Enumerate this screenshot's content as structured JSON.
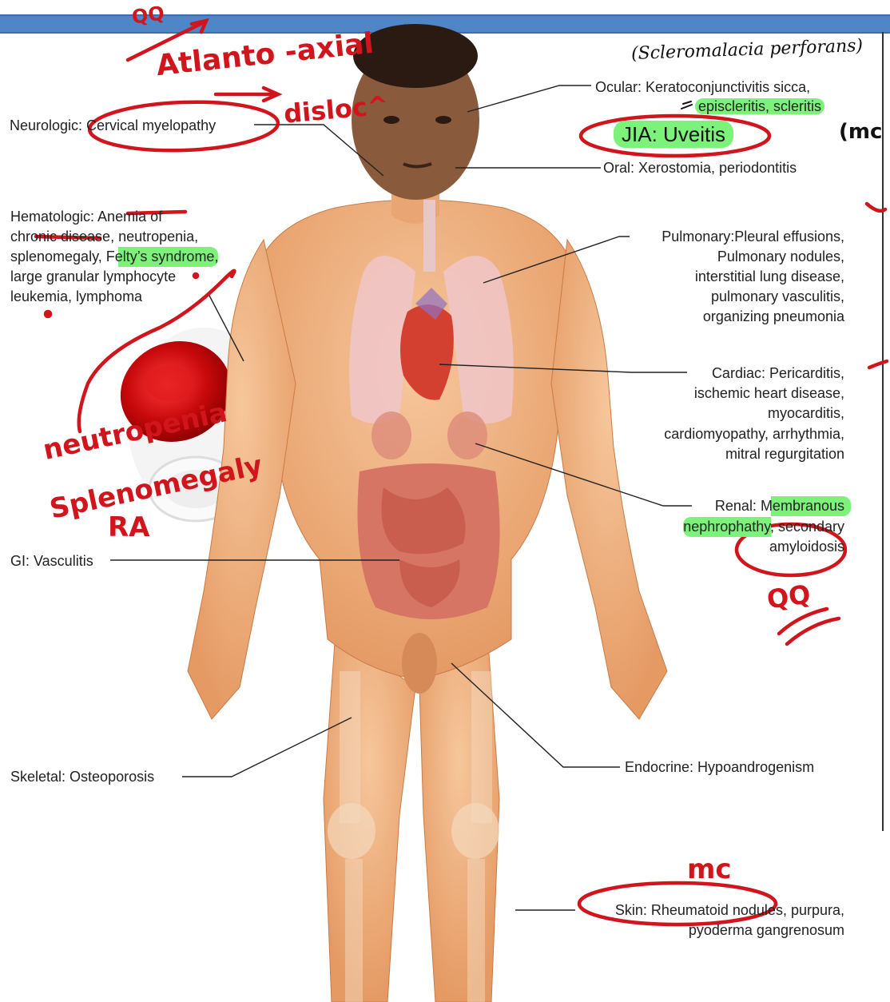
{
  "labels": {
    "neurologic": "Neurologic: Cervical myelopathy",
    "ocular_1": "Ocular: Keratoconjunctivitis sicca,",
    "ocular_2": "episcleritis, scleritis",
    "jia": "JIA: Uveitis",
    "oral": "Oral: Xerostomia, periodontitis",
    "hematologic": [
      "Hematologic: Anemia of",
      "chronic disease, neutropenia,",
      "splenomegaly, Felty’s syndrome,",
      "large granular lymphocyte",
      "leukemia, lymphoma"
    ],
    "pulmonary": [
      "Pulmonary:Pleural effusions,",
      "Pulmonary nodules,",
      "interstitial lung disease,",
      "pulmonary vasculitis,",
      "organizing pneumonia"
    ],
    "cardiac": [
      "Cardiac: Pericarditis,",
      "ischemic heart disease,",
      "myocarditis,",
      "cardiomyopathy, arrhythmia,",
      "mitral regurgitation"
    ],
    "renal": [
      "Renal: Membranous",
      "nephrophathy, secondary",
      "amyloidosis"
    ],
    "gi": "GI: Vasculitis",
    "skeletal": "Skeletal: Osteoporosis",
    "endocrine": "Endocrine: Hypoandrogenism",
    "skin": [
      "Skin: Rheumatoid nodules, purpura,",
      "pyoderma gangrenosum"
    ]
  },
  "annotations": {
    "atlanto": "Atlanto -axial",
    "disloc": "disloc^",
    "qq_top": "QQ",
    "scleromalacia": "(Scleromalacia perforans)",
    "mc_ocular": "(mc",
    "neutropenia": "neutropenia",
    "splenomegaly": "Splenomegaly",
    "ra": "RA",
    "qq_renal": "QQ",
    "mc_skin": "mc"
  },
  "colors": {
    "highlight": "#7cf27a",
    "pen_red": "#d0161c",
    "skin": "#f2b98a",
    "header_bar": "#4e86c8"
  }
}
